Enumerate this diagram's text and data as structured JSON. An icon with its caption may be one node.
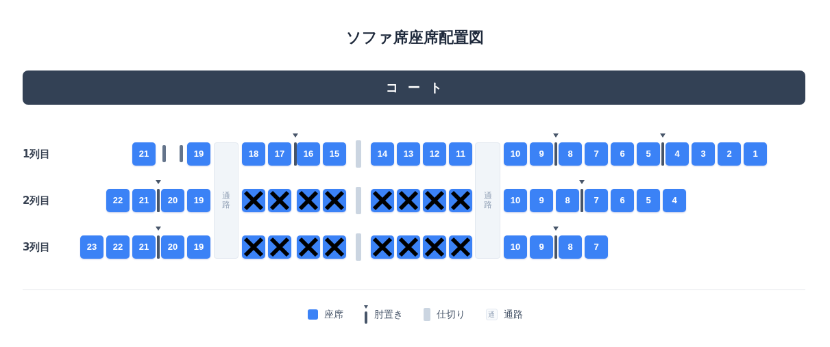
{
  "diagram": {
    "title": "ソファ席座席配置図",
    "nodes": [
      {
        "text": [
          "コート"
        ]
      },
      {
        "text": [
          "21"
        ]
      },
      {
        "text": [
          "19"
        ]
      },
      {
        "text": [
          "通路"
        ]
      },
      {
        "text": [
          "18"
        ]
      },
      {
        "text": [
          "17"
        ]
      },
      {
        "text": [
          "16"
        ]
      },
      {
        "text": [
          "15"
        ]
      },
      {
        "text": [
          "14"
        ]
      },
      {
        "text": [
          "13"
        ]
      },
      {
        "text": [
          "12"
        ]
      },
      {
        "text": [
          "11"
        ]
      },
      {
        "text": [
          "通路"
        ]
      },
      {
        "text": [
          "10"
        ]
      },
      {
        "text": [
          "9"
        ]
      },
      {
        "text": [
          "8"
        ]
      },
      {
        "text": [
          "7"
        ]
      },
      {
        "text": [
          "6"
        ]
      },
      {
        "text": [
          "5"
        ]
      },
      {
        "text": [
          "4"
        ]
      },
      {
        "text": [
          "3"
        ]
      },
      {
        "text": [
          "2"
        ]
      },
      {
        "text": [
          "1"
        ]
      },
      {
        "text": [
          "22"
        ]
      },
      {
        "text": [
          "21"
        ]
      },
      {
        "text": [
          "20"
        ]
      },
      {
        "text": [
          "19"
        ]
      },
      {
        "text": [],
        "shape": "box"
      },
      {
        "text": [],
        "shape": "box"
      },
      {
        "text": [],
        "shape": "box"
      },
      {
        "text": [],
        "shape": "box"
      },
      {
        "text": [],
        "shape": "box"
      },
      {
        "text": [],
        "shape": "box"
      },
      {
        "text": [],
        "shape": "box"
      },
      {
        "text": [],
        "shape": "box"
      },
      {
        "text": [
          "10"
        ]
      },
      {
        "text": [
          "9"
        ]
      },
      {
        "text": [
          "8"
        ]
      },
      {
        "text": [
          "7"
        ]
      },
      {
        "text": [
          "6"
        ]
      },
      {
        "text": [
          "5"
        ]
      },
      {
        "text": [
          "4"
        ]
      },
      {
        "text": [
          "23"
        ]
      },
      {
        "text": [
          "22"
        ]
      },
      {
        "text": [
          "21"
        ]
      },
      {
        "text": [
          "20"
        ]
      },
      {
        "text": [
          "19"
        ]
      },
      {
        "text": [],
        "shape": "box"
      },
      {
        "text": [],
        "shape": "box"
      },
      {
        "text": [],
        "shape": "box"
      },
      {
        "text": [],
        "shape": "box"
      },
      {
        "text": [],
        "shape": "box"
      },
      {
        "text": [],
        "shape": "box"
      },
      {
        "text": [],
        "shape": "box"
      },
      {
        "text": [],
        "shape": "box"
      },
      {
        "text": [
          "10"
        ]
      },
      {
        "text": [
          "9"
        ]
      },
      {
        "text": [
          "8"
        ]
      },
      {
        "text": [
          "7"
        ]
      }
    ],
    "labels": [
      "1列目",
      "2列目",
      "3列目",
      "通"
    ],
    "legend": [
      {
        "text": "座席",
        "color": "#3b82f6"
      },
      {
        "text": "肘置き"
      },
      {
        "text": "仕切り",
        "color": "#cbd5e1"
      },
      {
        "text": "通路"
      }
    ]
  }
}
